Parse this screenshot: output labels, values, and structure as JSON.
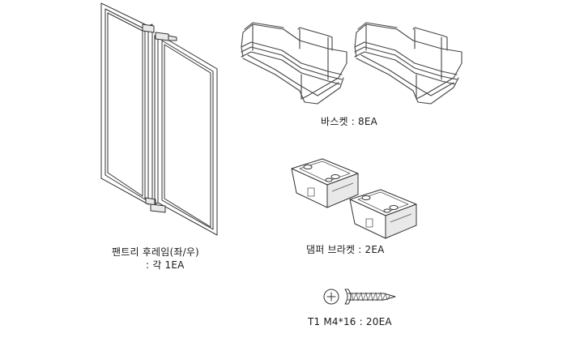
{
  "parts": {
    "frame": {
      "line1": "팬트리 후레임(좌/우)",
      "line2": ": 각 1EA"
    },
    "basket": {
      "label": "바스켓 : 8EA"
    },
    "damper": {
      "label": "댐퍼 브라켓 : 2EA"
    },
    "screw": {
      "label": "T1 M4*16 : 20EA"
    }
  }
}
